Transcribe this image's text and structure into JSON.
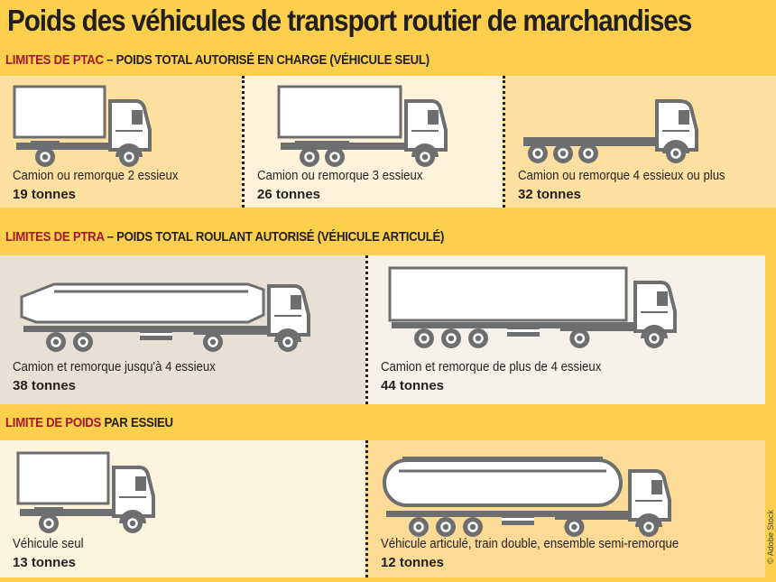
{
  "title": "Poids des véhicules de transport routier de marchandises",
  "sections": [
    {
      "heading_red": "LIMITES DE PTAC",
      "heading_rest": " – POIDS TOTAL AUTORISÉ EN CHARGE (VÉHICULE SEUL)",
      "items": [
        {
          "label": "Camion ou remorque 2 essieux",
          "value": "19 tonnes",
          "icon": "rigid-truck-2-axles-icon"
        },
        {
          "label": "Camion ou remorque 3 essieux",
          "value": "26 tonnes",
          "icon": "rigid-truck-3-axles-icon"
        },
        {
          "label": "Camion ou remorque 4 essieux ou plus",
          "value": "32 tonnes",
          "icon": "truck-chassis-4-axles-icon"
        }
      ]
    },
    {
      "heading_red": "LIMITES DE PTRA",
      "heading_rest": " – POIDS TOTAL ROULANT AUTORISÉ (VÉHICULE ARTICULÉ)",
      "items": [
        {
          "label": "Camion et remorque jusqu'à 4 essieux",
          "value": "38 tonnes",
          "icon": "tipper-semi-trailer-icon"
        },
        {
          "label": "Camion et remorque de plus de 4 essieux",
          "value": "44 tonnes",
          "icon": "box-semi-trailer-icon"
        }
      ]
    },
    {
      "heading_red": "LIMITE DE POIDS",
      "heading_rest": " PAR ESSIEU",
      "items": [
        {
          "label": "Véhicule seul",
          "value": "13 tonnes",
          "icon": "rigid-truck-icon"
        },
        {
          "label": "Véhicule articulé, train double, ensemble semi-remorque",
          "value": "12 tonnes",
          "icon": "tanker-semi-trailer-icon"
        }
      ]
    }
  ],
  "credit": "© Adobe Stock",
  "colors": {
    "background": "#fcd04c",
    "accent_red": "#a3182c",
    "truck_gray": "#6d6e70"
  }
}
